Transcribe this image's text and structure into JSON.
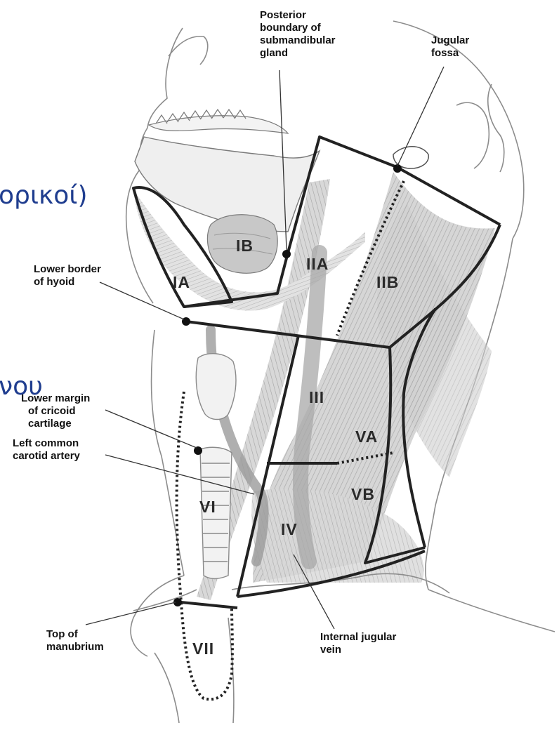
{
  "slide_fragments": [
    "ορικοί)",
    "νου"
  ],
  "labels": {
    "posterior_boundary": [
      "Posterior",
      "boundary of",
      "submandibular",
      "gland"
    ],
    "jugular_fossa": [
      "Jugular",
      "fossa"
    ],
    "lower_border_hyoid": [
      "Lower border",
      "of hyoid"
    ],
    "lower_margin_cricoid": [
      "Lower margin",
      "of cricoid",
      "cartilage"
    ],
    "left_common_carotid": [
      "Left common",
      "carotid artery"
    ],
    "top_of_manubrium": [
      "Top of",
      "manubrium"
    ],
    "internal_jugular_vein": [
      "Internal jugular",
      "vein"
    ]
  },
  "levels": {
    "IA": "IA",
    "IB": "IB",
    "IIA": "IIA",
    "IIB": "IIB",
    "III": "III",
    "VA": "VA",
    "VB": "VB",
    "VI": "VI",
    "IV": "IV",
    "VII": "VII"
  },
  "colors": {
    "ink": "#111111",
    "sketch": "#8c8c8c",
    "muscle": "#b9b9b9",
    "slide_text": "#1f3d8f"
  }
}
